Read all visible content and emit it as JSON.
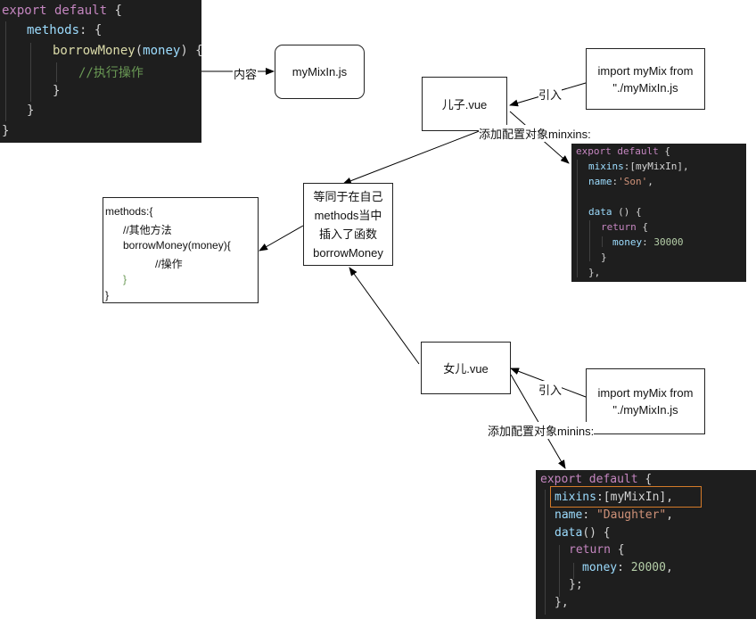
{
  "code_top": {
    "line1_kw": "export default",
    "line1_rest": " {",
    "line2_prop": "methods",
    "line2_rest": ": {",
    "line3_fn": "borrowMoney",
    "line3_p1": "(",
    "line3_arg": "money",
    "line3_p2": ") {",
    "line4_comment": "//执行操作",
    "line5": "}",
    "line6": "}",
    "line7": "}"
  },
  "label_content": "内容",
  "mymixin_file": "myMixIn.js",
  "son_vue": "儿子.vue",
  "daughter_vue": "女儿.vue",
  "import_son": {
    "line1": "import myMix from",
    "line2": "\"./myMixIn.js"
  },
  "import_daughter": {
    "line1": "import myMix from",
    "line2": "\"./myMixIn.js"
  },
  "label_yinru_son": "引入",
  "label_yinru_daughter": "引入",
  "label_add_son": "添加配置对象minxins:",
  "label_add_daughter": "添加配置对象minins:",
  "equiv_box": {
    "line1": "等同于在自己",
    "line2": "methods当中",
    "line3": "插入了函数",
    "line4": "borrowMoney"
  },
  "methods_box": {
    "line1": "methods:{",
    "line2": "//其他方法",
    "line3": "borrowMoney(money){",
    "line4": "//操作",
    "line5": "}",
    "line6": "}"
  },
  "code_son": {
    "l1_kw": "export default",
    "l1_rest": " {",
    "l2_prop": "mixins",
    "l2_rest": ":[myMixIn],",
    "l3_prop": "name",
    "l3_p": ":",
    "l3_str": "'Son'",
    "l3_end": ",",
    "l4_fn": "data",
    "l4_rest": " () {",
    "l5_kw": "return",
    "l5_rest": " {",
    "l6_prop": "money",
    "l6_p": ": ",
    "l6_num": "30000",
    "l7": "}",
    "l8": "},"
  },
  "code_daughter": {
    "l1_kw": "export default",
    "l1_rest": " {",
    "l2_prop": "mixins",
    "l2_rest": ":[myMixIn],",
    "l3_prop": "name",
    "l3_p": ": ",
    "l3_str": "\"Daughter\"",
    "l3_end": ",",
    "l4_fn": "data",
    "l4_rest": "() {",
    "l5_kw": "return",
    "l5_rest": " {",
    "l6_prop": "money",
    "l6_p": ": ",
    "l6_num": "20000",
    "l6_end": ",",
    "l7": "};",
    "l8": "},"
  }
}
